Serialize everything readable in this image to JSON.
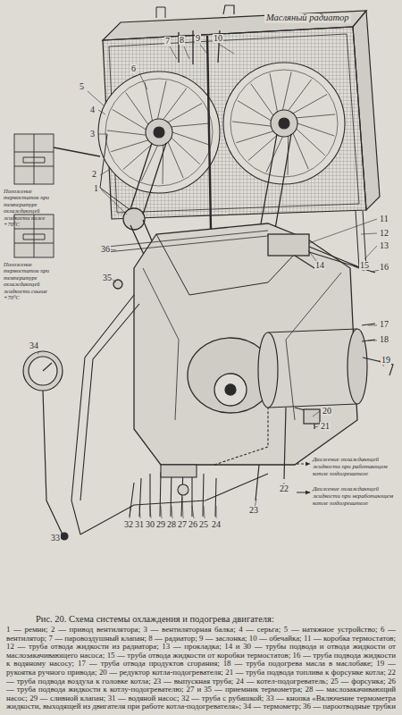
{
  "diagram": {
    "caption": "Рис. 20. Схема системы охлаждения и подогрева двигателя:",
    "labels": [
      "Масляный радиатор",
      "Положение термостатов при температуре охлаждающей жидкости ниже +70°С",
      "Положение термостатов при температуре охлаждающей жидкости свыше +70°С",
      "1",
      "2",
      "3",
      "4",
      "5",
      "6",
      "7",
      "8",
      "9",
      "10",
      "11",
      "12",
      "13",
      "14",
      "15",
      "16",
      "17",
      "18",
      "19",
      "20",
      "21",
      "22",
      "23",
      "24",
      "25",
      "26",
      "27",
      "28",
      "29",
      "30",
      "31",
      "32",
      "33",
      "34",
      "35",
      "36",
      "1 — ремни; 2 — привод вентилятора; 3 — вентиляторная балка; 4 — серьга; 5 — натяжное устройство; 6 — вентилятор; 7 — паровоздушный клапан; 8 — радиатор; 9 — заслонка; 10 — обечайка; 11 — коробка термостатов; 12 — труба отвода жидкости из радиатора; 13 — прокладка; 14 и 30 — трубы подвода и отвода жидкости от маслозакачивающего насоса; 15 — труба отвода жидкости от коробки термостатов; 16 — труба подвода жидкости к водяному насосу; 17 — труба отвода продуктов сгорания; 18 — труба подогрева масла в маслобаке; 19 — рукоятка ручного привода; 20 — редуктор котла-подогревателя; 21 — труба подвода топлива к форсунке котла; 22 — труба подвода воздуха к головке котла; 23 — выпускная труба; 24 — котел-подогреватель; 25 — форсунка; 26 — труба подвода жидкости к котлу-подогревателю; 27 и 35 — приемник термометра; 28 — маслозакачивающий насос; 29 — сливной клапан; 31 — водяной насос; 32 — труба с рубашкой; 33 — кнопка «Включение термометра жидкости, выходящей из двигателя при работе котла-подогревателя»; 34 — термометр; 36 — пароотводные трубки"
    ],
    "legend": [
      {
        "text": "Движение охлаждающей жидкости при работающем котле подогревателе"
      },
      {
        "text": "Движение охлаждающей жидкости при неработающем котле подогревателе"
      }
    ]
  }
}
